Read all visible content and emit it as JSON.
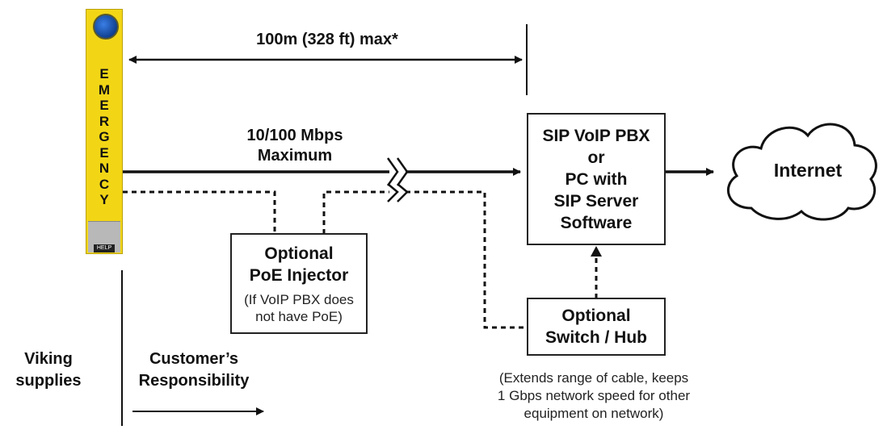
{
  "distance_label": "100m (328 ft) max*",
  "speed_label": [
    "10/100 Mbps",
    "Maximum"
  ],
  "phone": {
    "letters": [
      "E",
      "M",
      "E",
      "R",
      "G",
      "E",
      "N",
      "C",
      "Y"
    ],
    "button_label": "HELP"
  },
  "pbx_box": {
    "lines": [
      "SIP VoIP PBX",
      "or",
      "PC with",
      "SIP Server",
      "Software"
    ]
  },
  "internet_label": "Internet",
  "poe_box": {
    "title": [
      "Optional",
      "PoE Injector"
    ],
    "note": [
      "(If VoIP PBX does",
      "not have PoE)"
    ]
  },
  "switch_box": {
    "title": [
      "Optional",
      "Switch / Hub"
    ]
  },
  "switch_note": [
    "(Extends range of cable, keeps",
    "1 Gbps network speed for other",
    "equipment on network)"
  ],
  "viking_label": [
    "Viking",
    "supplies"
  ],
  "customer_label": [
    "Customer’s",
    "Responsibility"
  ]
}
